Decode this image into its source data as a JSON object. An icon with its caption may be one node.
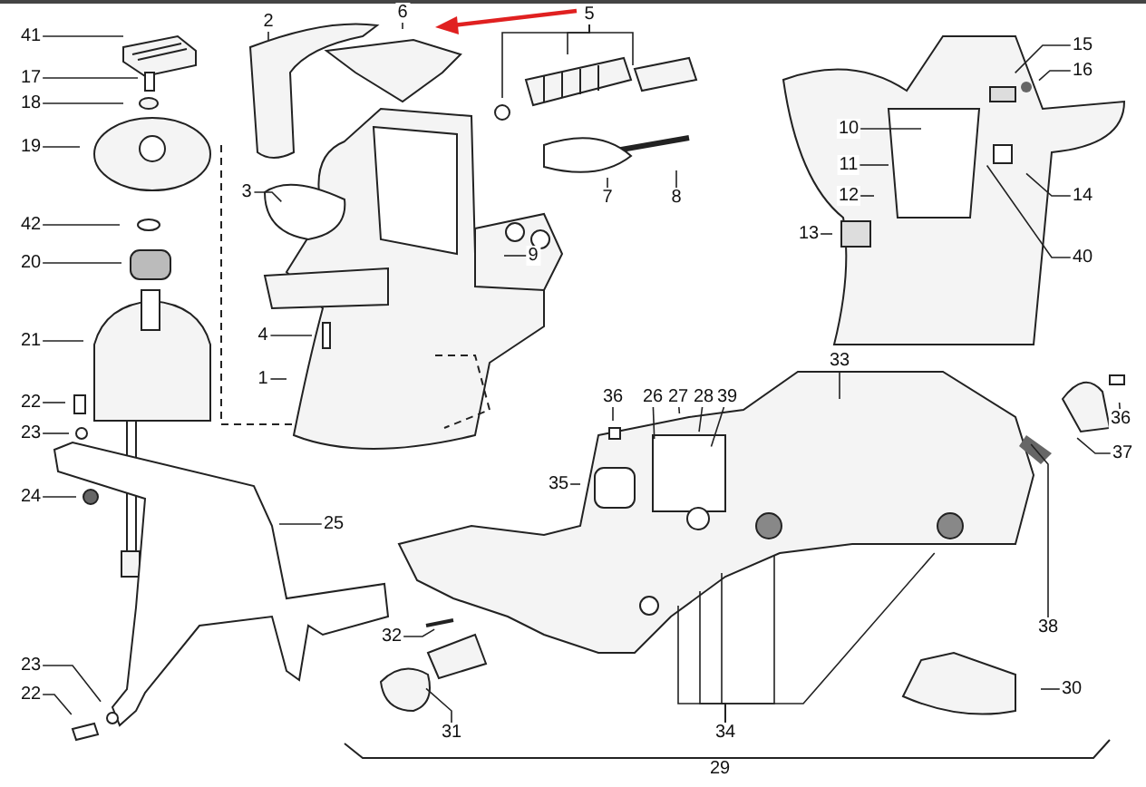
{
  "diagram": {
    "nodes": [
      {
        "text": [
          "41"
        ]
      },
      {
        "text": [
          "17"
        ]
      },
      {
        "text": [
          "18"
        ]
      },
      {
        "text": [
          "19"
        ]
      },
      {
        "text": [
          "42"
        ]
      },
      {
        "text": [
          "20"
        ]
      },
      {
        "text": [
          "21"
        ]
      },
      {
        "text": [
          "22"
        ]
      },
      {
        "text": [
          "23"
        ]
      },
      {
        "text": [
          "24"
        ]
      },
      {
        "text": [
          "25"
        ]
      },
      {
        "text": [
          "23"
        ]
      },
      {
        "text": [
          "22"
        ]
      },
      {
        "text": [
          "2"
        ]
      },
      {
        "text": [
          "6"
        ]
      },
      {
        "text": [
          "5"
        ]
      },
      {
        "text": [
          "3"
        ]
      },
      {
        "text": [
          "4"
        ]
      },
      {
        "text": [
          "1"
        ]
      },
      {
        "text": [
          "7"
        ]
      },
      {
        "text": [
          "8"
        ]
      },
      {
        "text": [
          "9"
        ]
      },
      {
        "text": [
          "15"
        ]
      },
      {
        "text": [
          "16"
        ]
      },
      {
        "text": [
          "10"
        ]
      },
      {
        "text": [
          "11"
        ]
      },
      {
        "text": [
          "12"
        ]
      },
      {
        "text": [
          "13"
        ]
      },
      {
        "text": [
          "14"
        ]
      },
      {
        "text": [
          "40"
        ]
      },
      {
        "text": [
          "36"
        ]
      },
      {
        "text": [
          "26"
        ]
      },
      {
        "text": [
          "27"
        ]
      },
      {
        "text": [
          "28"
        ]
      },
      {
        "text": [
          "39"
        ]
      },
      {
        "text": [
          "33"
        ]
      },
      {
        "text": [
          "35"
        ]
      },
      {
        "text": [
          "36"
        ]
      },
      {
        "text": [
          "37"
        ]
      },
      {
        "text": [
          "38"
        ]
      },
      {
        "text": [
          "32"
        ]
      },
      {
        "text": [
          "31"
        ]
      },
      {
        "text": [
          "34"
        ]
      },
      {
        "text": [
          "30"
        ]
      },
      {
        "text": [
          "29"
        ]
      }
    ],
    "edges": [
      {
        "from": 0,
        "to": null,
        "arrow": "none"
      },
      {
        "from": 1,
        "to": null,
        "arrow": "none"
      },
      {
        "from": 2,
        "to": null,
        "arrow": "none"
      },
      {
        "from": 3,
        "to": null,
        "arrow": "none"
      },
      {
        "from": 4,
        "to": null,
        "arrow": "none"
      },
      {
        "from": 5,
        "to": null,
        "arrow": "none"
      },
      {
        "from": 6,
        "to": null,
        "arrow": "none"
      },
      {
        "from": 7,
        "to": null,
        "arrow": "none"
      },
      {
        "from": 8,
        "to": null,
        "arrow": "none"
      },
      {
        "from": 9,
        "to": null,
        "arrow": "none"
      },
      {
        "from": 10,
        "to": null,
        "arrow": "none"
      },
      {
        "from": 11,
        "to": null,
        "arrow": "none"
      },
      {
        "from": 12,
        "to": null,
        "arrow": "none"
      },
      {
        "from": 13,
        "to": null,
        "arrow": "none"
      },
      {
        "from": 14,
        "to": null,
        "arrow": "none"
      },
      {
        "from": 15,
        "to": null,
        "arrow": "none"
      },
      {
        "from": 15,
        "to": null,
        "arrow": "none"
      },
      {
        "from": 15,
        "to": null,
        "arrow": "none"
      },
      {
        "from": 16,
        "to": null,
        "arrow": "none"
      },
      {
        "from": 17,
        "to": null,
        "arrow": "none"
      },
      {
        "from": 18,
        "to": null,
        "arrow": "none"
      },
      {
        "from": 19,
        "to": null,
        "arrow": "none"
      },
      {
        "from": 20,
        "to": null,
        "arrow": "none"
      },
      {
        "from": 21,
        "to": null,
        "arrow": "none"
      },
      {
        "from": 22,
        "to": null,
        "arrow": "none"
      },
      {
        "from": 23,
        "to": null,
        "arrow": "none"
      },
      {
        "from": 24,
        "to": null,
        "arrow": "none"
      },
      {
        "from": 25,
        "to": null,
        "arrow": "none"
      },
      {
        "from": 26,
        "to": null,
        "arrow": "none"
      },
      {
        "from": 27,
        "to": null,
        "arrow": "none"
      },
      {
        "from": 28,
        "to": null,
        "arrow": "none"
      },
      {
        "from": 29,
        "to": null,
        "arrow": "none"
      },
      {
        "from": 30,
        "to": null,
        "arrow": "none"
      },
      {
        "from": 31,
        "to": null,
        "arrow": "none"
      },
      {
        "from": 32,
        "to": null,
        "arrow": "none"
      },
      {
        "from": 33,
        "to": null,
        "arrow": "none"
      },
      {
        "from": 34,
        "to": null,
        "arrow": "none"
      },
      {
        "from": 35,
        "to": null,
        "arrow": "none"
      },
      {
        "from": 36,
        "to": null,
        "arrow": "none"
      },
      {
        "from": 37,
        "to": null,
        "arrow": "none"
      },
      {
        "from": 38,
        "to": null,
        "arrow": "none"
      },
      {
        "from": 39,
        "to": null,
        "arrow": "none"
      },
      {
        "from": 40,
        "to": null,
        "arrow": "none"
      },
      {
        "from": 41,
        "to": null,
        "arrow": "none"
      },
      {
        "from": 42,
        "to": null,
        "arrow": "none"
      },
      {
        "from": 42,
        "to": null,
        "arrow": "none"
      },
      {
        "from": 42,
        "to": null,
        "arrow": "none"
      },
      {
        "from": 42,
        "to": null,
        "arrow": "none"
      },
      {
        "from": 42,
        "to": null,
        "arrow": "none"
      },
      {
        "from": 43,
        "to": null,
        "arrow": "none"
      }
    ]
  }
}
